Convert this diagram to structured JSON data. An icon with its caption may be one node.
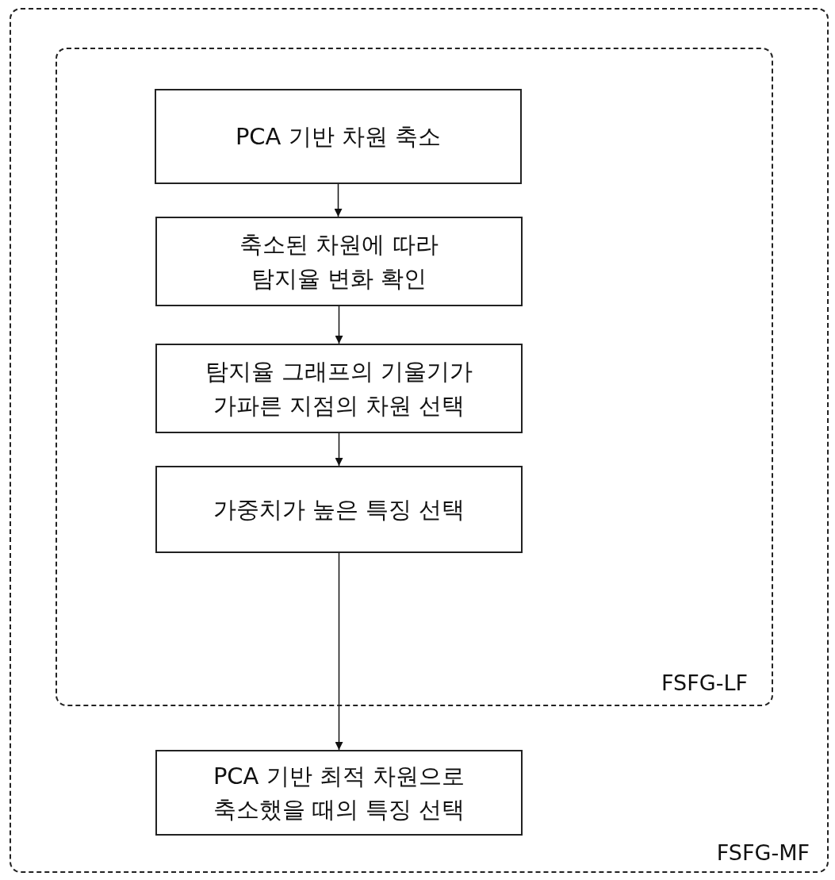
{
  "diagram": {
    "nodes": [
      {
        "text": [
          "FSFG-MF"
        ]
      },
      {
        "text": [
          "FSFG-LF"
        ],
        "in": 0
      },
      {
        "text": [
          "PCA 기반 차원 축소"
        ],
        "in": 1
      },
      {
        "text": [
          "축소된 차원에 따라 탐지율 변화 확인"
        ],
        "in": 1
      },
      {
        "text": [
          "탐지율 그래프의 기울기가 가파른 지점의 차원 선택"
        ],
        "in": 1
      },
      {
        "text": [
          "가중치가 높은 특징 선택"
        ],
        "in": 1
      },
      {
        "text": [
          "PCA 기반 최적 차원으로 축소했을 때의 특징 선택"
        ],
        "in": 0
      }
    ],
    "edges": [
      {
        "from": 2,
        "to": 3,
        "arrow": "to"
      },
      {
        "from": 3,
        "to": 4,
        "arrow": "to"
      },
      {
        "from": 4,
        "to": 5,
        "arrow": "to"
      },
      {
        "from": 5,
        "to": 6,
        "arrow": "to"
      }
    ]
  }
}
